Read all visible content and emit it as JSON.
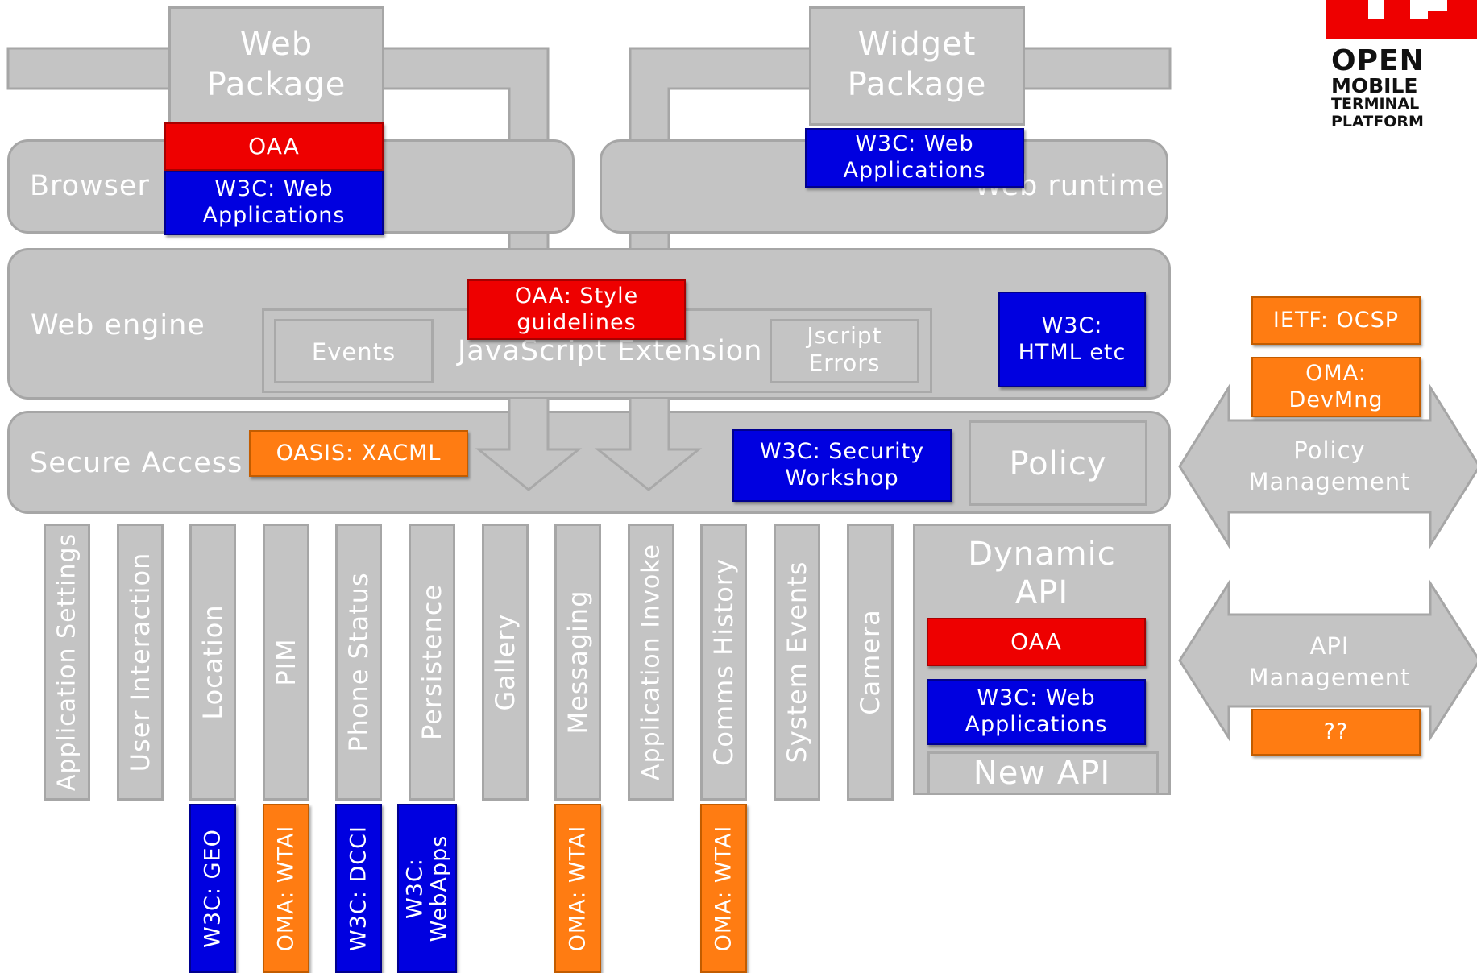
{
  "logo": {
    "lines": [
      "OPEN",
      "MOBILE",
      "TERMINAL",
      "PLATFORM"
    ],
    "colors": {
      "mark": "#ee0000",
      "text": "#111111"
    }
  },
  "packages": {
    "web_package": "Web\nPackage",
    "widget_package": "Widget\nPackage"
  },
  "layers": {
    "browser": "Browser",
    "web_runtime": "Web runtime",
    "web_engine": "Web engine",
    "secure_access": "Secure Access",
    "javascript_extension": "JavaScript Extension",
    "events": "Events",
    "jscript_errors": "Jscript\nErrors",
    "policy": "Policy",
    "dynamic_api": "Dynamic\nAPI",
    "new_api": "New API"
  },
  "standards": {
    "oaa_browser": "OAA",
    "w3c_webapps_browser": "W3C: Web\nApplications",
    "w3c_webapps_widget": "W3C: Web\nApplications",
    "oaa_style": "OAA: Style\nguidelines",
    "w3c_html": "W3C:\nHTML etc",
    "oasis_xacml": "OASIS: XACML",
    "w3c_security": "W3C: Security\nWorkshop",
    "oaa_dynamic": "OAA",
    "w3c_webapps_dynamic": "W3C: Web\nApplications",
    "ietf_ocsp": "IETF: OCSP",
    "oma_devmng": "OMA:\nDevMng",
    "api_unknown": "??"
  },
  "management": {
    "policy": "Policy\nManagement",
    "api": "API\nManagement"
  },
  "apis": [
    {
      "label": "Application Settings"
    },
    {
      "label": "User Interaction"
    },
    {
      "label": "Location",
      "standard": "W3C: GEO",
      "color": "blue"
    },
    {
      "label": "PIM",
      "standard": "OMA: WTAI",
      "color": "orange"
    },
    {
      "label": "Phone Status",
      "standard": "W3C: DCCI",
      "color": "blue"
    },
    {
      "label": "Persistence",
      "standard": "W3C:\nWebApps",
      "color": "blue"
    },
    {
      "label": "Gallery"
    },
    {
      "label": "Messaging",
      "standard": "OMA: WTAI",
      "color": "orange"
    },
    {
      "label": "Application Invoke"
    },
    {
      "label": "Comms History",
      "standard": "OMA: WTAI",
      "color": "orange"
    },
    {
      "label": "System Events"
    },
    {
      "label": "Camera"
    }
  ],
  "colors": {
    "layer_grey": "#c4c4c4",
    "oaa_red": "#ee0000",
    "w3c_blue": "#0000e0",
    "other_orange": "#ff7c12"
  }
}
